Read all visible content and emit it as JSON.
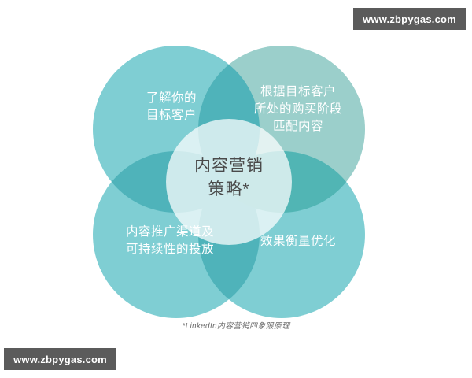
{
  "watermarks": {
    "top_right": "www.zbpygas.com",
    "bottom_left": "www.zbpygas.com"
  },
  "diagram": {
    "type": "venn-four-circle",
    "center": {
      "text": "内容营销\n策略*",
      "text_color": "#4a4a4a",
      "fill": "#ffffff"
    },
    "quadrants": [
      {
        "position": "top-left",
        "text": "了解你的\n目标客户",
        "color": "#7fced3"
      },
      {
        "position": "top-right",
        "text": "根据目标客户\n所处的购买阶段\n匹配内容",
        "color": "#9bcfcb"
      },
      {
        "position": "bottom-left",
        "text": "内容推广渠道及\n可持续性的投放",
        "color": "#7fced3"
      },
      {
        "position": "bottom-right",
        "text": "效果衡量优化",
        "color": "#7fced3"
      }
    ],
    "overlap_color": "#4fb3ba",
    "footnote": "*LinkedIn内容营销四象限原理"
  },
  "colors": {
    "background": "#ffffff",
    "watermark_bg": "#5b5b5b",
    "watermark_text": "#ffffff",
    "label_text": "#ffffff"
  }
}
